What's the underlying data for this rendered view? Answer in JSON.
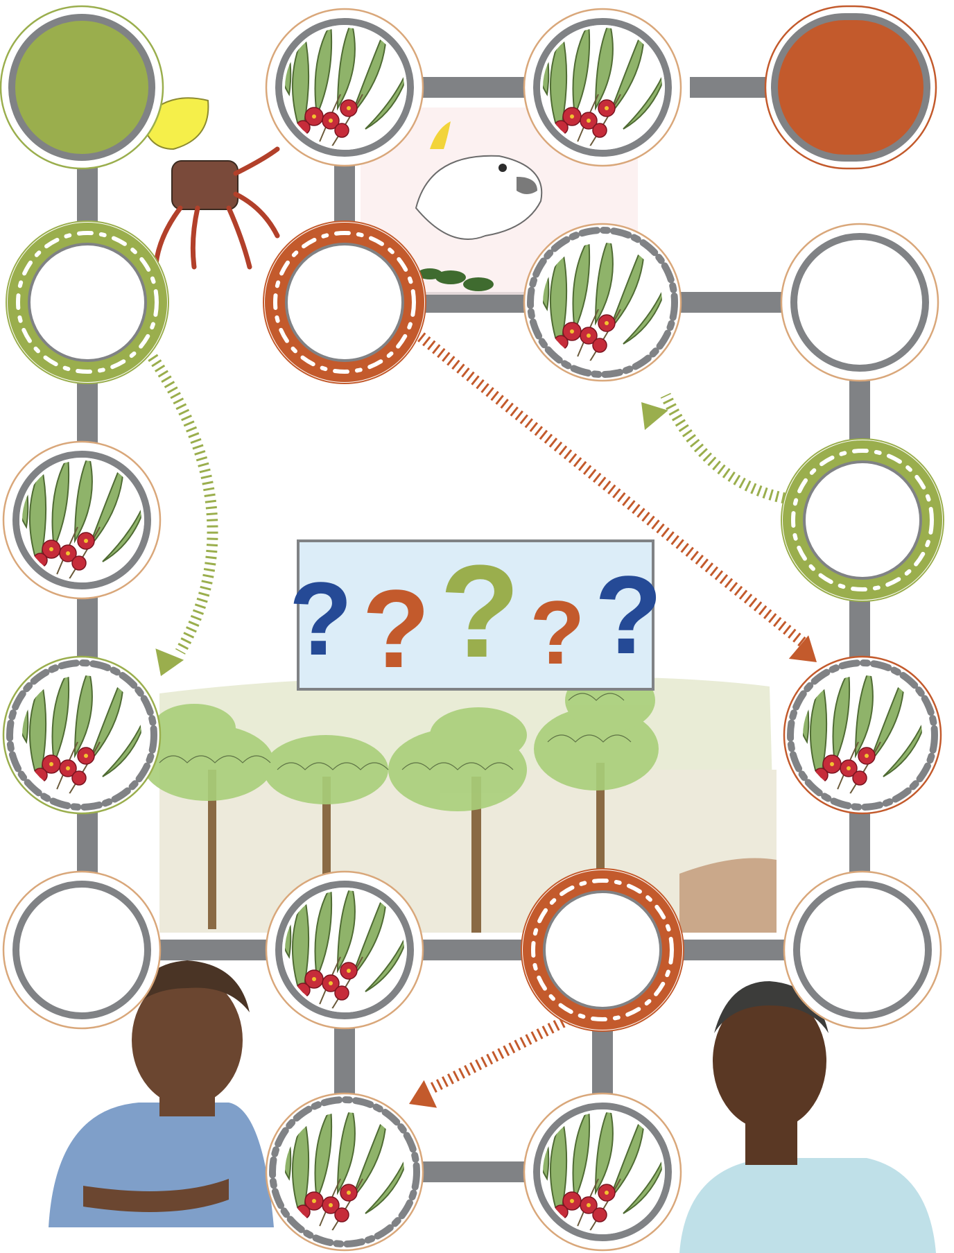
{
  "colors": {
    "track": "#808285",
    "green": "#9aae4d",
    "orange": "#c35a2c",
    "ring_outline": "#d9a77a",
    "navy": "#254a96",
    "box_fill": "#dcedf8"
  },
  "question_marks": [
    {
      "glyph": "?",
      "color": "#254a96"
    },
    {
      "glyph": "?",
      "color": "#c35a2c"
    },
    {
      "glyph": "?",
      "color": "#9aae4d"
    },
    {
      "glyph": "?",
      "color": "#c35a2c"
    },
    {
      "glyph": "?",
      "color": "#254a96"
    }
  ],
  "spaces": [
    {
      "id": "start-green",
      "kind": "start",
      "color": "#9aae4d"
    },
    {
      "id": "gum-1",
      "kind": "gum-leaves"
    },
    {
      "id": "gum-2",
      "kind": "gum-leaves"
    },
    {
      "id": "finish-orange",
      "kind": "finish",
      "color": "#c35a2c"
    },
    {
      "id": "ladder-green-top",
      "kind": "ladder",
      "color": "#9aae4d"
    },
    {
      "id": "ladder-orange-top",
      "kind": "ladder",
      "color": "#c35a2c"
    },
    {
      "id": "gum-target-top",
      "kind": "gum-target"
    },
    {
      "id": "blank-1",
      "kind": "blank"
    },
    {
      "id": "gum-3",
      "kind": "gum-leaves"
    },
    {
      "id": "ladder-green-right",
      "kind": "ladder",
      "color": "#9aae4d"
    },
    {
      "id": "gum-target-left",
      "kind": "gum-target"
    },
    {
      "id": "gum-target-right",
      "kind": "gum-target"
    },
    {
      "id": "blank-2",
      "kind": "blank"
    },
    {
      "id": "gum-4",
      "kind": "gum-leaves"
    },
    {
      "id": "ladder-orange-bottom",
      "kind": "ladder",
      "color": "#c35a2c"
    },
    {
      "id": "blank-3",
      "kind": "blank"
    },
    {
      "id": "gum-target-bottom",
      "kind": "gum-target"
    },
    {
      "id": "gum-5",
      "kind": "gum-leaves"
    }
  ],
  "jumps": [
    {
      "from": "ladder-green-top",
      "to": "gum-target-left",
      "color": "#9aae4d"
    },
    {
      "from": "ladder-orange-top",
      "to": "gum-target-right",
      "color": "#c35a2c"
    },
    {
      "from": "ladder-green-right",
      "to": "gum-target-top",
      "color": "#9aae4d"
    },
    {
      "from": "ladder-orange-bottom",
      "to": "gum-target-bottom",
      "color": "#c35a2c"
    }
  ],
  "illustrations": [
    "fiddler-crab",
    "cockatoo",
    "gum-tree-landscape",
    "boy-left",
    "boy-right"
  ]
}
